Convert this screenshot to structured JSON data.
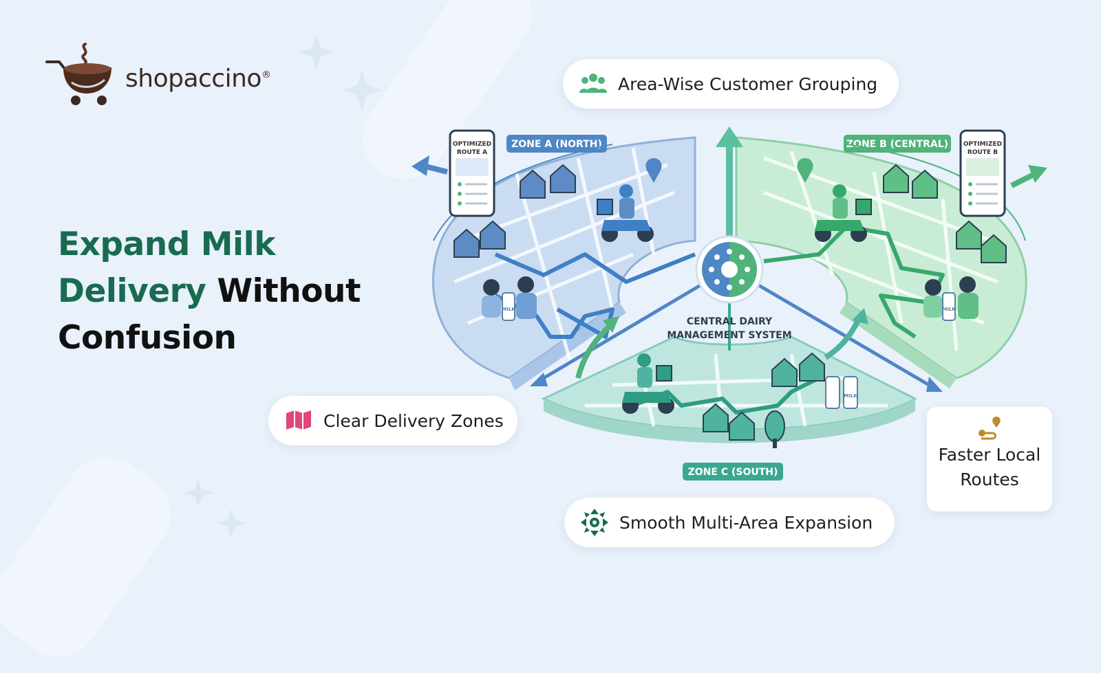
{
  "brand": {
    "name": "shopaccino",
    "reg": "®"
  },
  "headline": {
    "line1_green": "Expand Milk",
    "line2_green": "Delivery",
    "line2_black": "Without",
    "line3_black": "Confusion"
  },
  "features": {
    "area_grouping": "Area-Wise Customer Grouping",
    "clear_zones": "Clear Delivery Zones",
    "smooth_expansion": "Smooth Multi-Area Expansion",
    "faster_routes_line1": "Faster Local",
    "faster_routes_line2": "Routes"
  },
  "diagram": {
    "zone_a": "ZONE A (NORTH)",
    "zone_b": "ZONE B (CENTRAL)",
    "zone_c": "ZONE C (SOUTH)",
    "center_line1": "CENTRAL DAIRY",
    "center_line2": "MANAGEMENT SYSTEM",
    "phone_a_line1": "OPTIMIZED",
    "phone_a_line2": "ROUTE A",
    "phone_b_line1": "OPTIMIZED",
    "phone_b_line2": "ROUTE B",
    "milk_label": "MILK"
  },
  "colors": {
    "brand_green": "#186b50",
    "zone_a": "#4f86c6",
    "zone_b": "#4fb37a",
    "zone_c": "#3aa890",
    "pink_icon": "#e0457b",
    "gold_icon": "#c08a2a"
  },
  "icons": [
    "people-group-icon",
    "map-zones-icon",
    "expand-network-icon",
    "route-pin-icon"
  ]
}
